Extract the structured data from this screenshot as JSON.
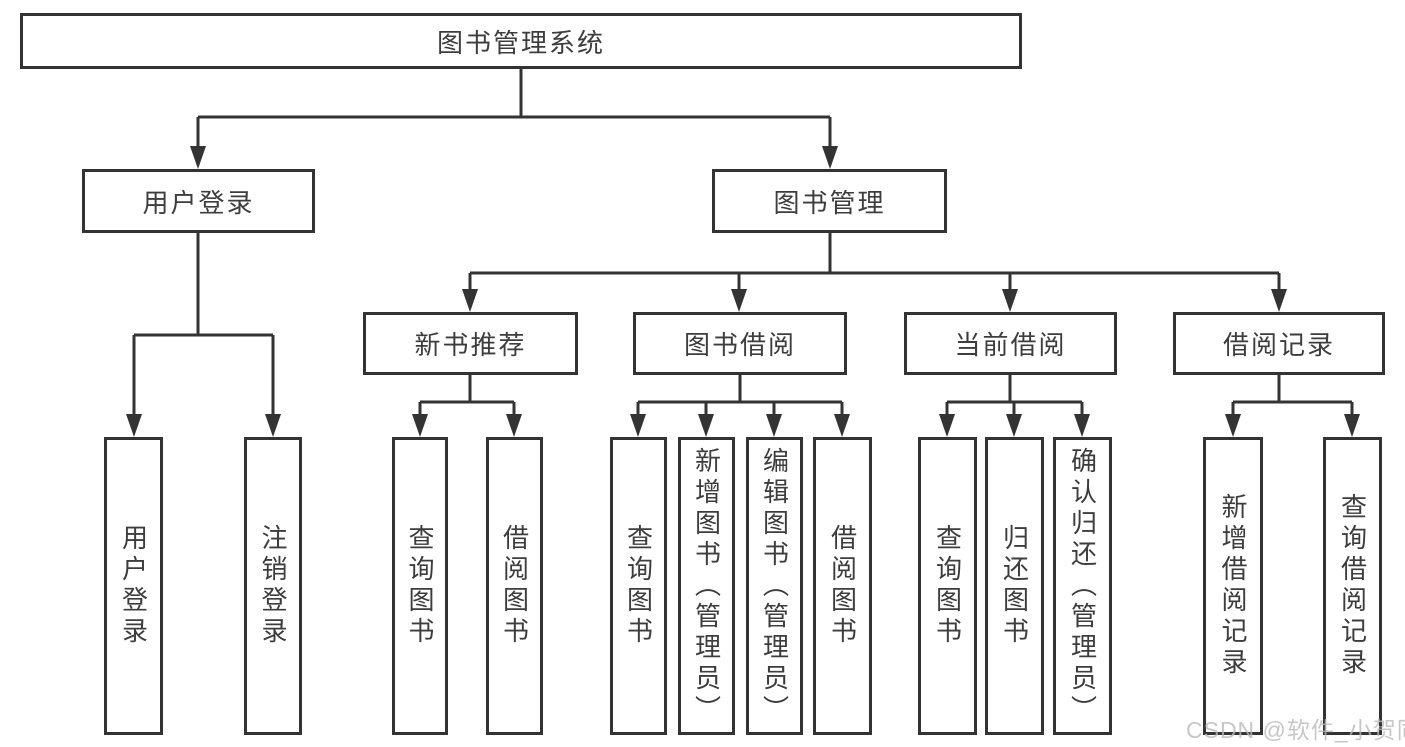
{
  "diagram_title": "图书管理系统",
  "tree": {
    "label": "图书管理系统",
    "children": [
      {
        "label": "用户登录",
        "children": [
          {
            "label": "用户登录"
          },
          {
            "label": "注销登录"
          }
        ]
      },
      {
        "label": "图书管理",
        "children": [
          {
            "label": "新书推荐",
            "children": [
              {
                "label": "查询图书"
              },
              {
                "label": "借阅图书"
              }
            ]
          },
          {
            "label": "图书借阅",
            "children": [
              {
                "label": "查询图书"
              },
              {
                "label": "新增图书（管理员）"
              },
              {
                "label": "编辑图书（管理员）"
              },
              {
                "label": "借阅图书"
              }
            ]
          },
          {
            "label": "当前借阅",
            "children": [
              {
                "label": "查询图书"
              },
              {
                "label": "归还图书"
              },
              {
                "label": "确认归还（管理员）"
              }
            ]
          },
          {
            "label": "借阅记录",
            "children": [
              {
                "label": "新增借阅记录"
              },
              {
                "label": "查询借阅记录"
              }
            ]
          }
        ]
      }
    ]
  },
  "watermark": "CSDN @软件_小贺同学",
  "colors": {
    "line": "#333333",
    "box_border": "#333333",
    "box_background": "#ffffff",
    "text": "#3d3d3d",
    "watermark": "#b9b9b9",
    "background": "#ffffff"
  }
}
